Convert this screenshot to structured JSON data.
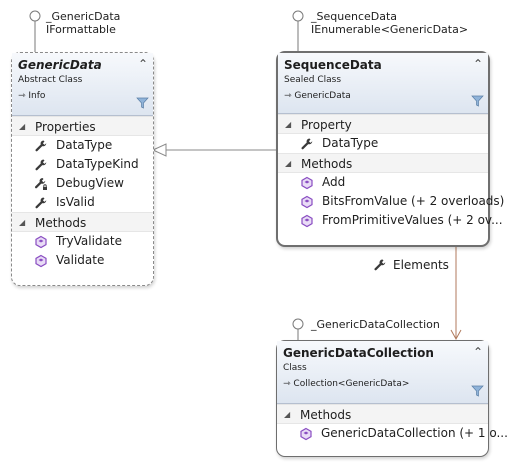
{
  "interfaces": {
    "generic_data_iface": [
      "_GenericData",
      "IFormattable"
    ],
    "sequence_data_iface": [
      "_SequenceData",
      "IEnumerable<GenericData>"
    ],
    "collection_iface": [
      "_GenericDataCollection"
    ]
  },
  "classes": {
    "generic_data": {
      "name": "GenericData",
      "kind": "Abstract Class",
      "base": "Info",
      "sections": [
        {
          "title": "Properties",
          "members": [
            {
              "name": "DataType",
              "icon": "property-icon"
            },
            {
              "name": "DataTypeKind",
              "icon": "property-icon"
            },
            {
              "name": "DebugView",
              "icon": "private-property-icon"
            },
            {
              "name": "IsValid",
              "icon": "property-icon"
            }
          ]
        },
        {
          "title": "Methods",
          "members": [
            {
              "name": "TryValidate",
              "icon": "method-icon"
            },
            {
              "name": "Validate",
              "icon": "method-icon"
            }
          ]
        }
      ]
    },
    "sequence_data": {
      "name": "SequenceData",
      "kind": "Sealed Class",
      "base": "GenericData",
      "sections": [
        {
          "title": "Property",
          "members": [
            {
              "name": "DataType",
              "icon": "property-icon"
            }
          ]
        },
        {
          "title": "Methods",
          "members": [
            {
              "name": "Add",
              "icon": "method-icon"
            },
            {
              "name": "BitsFromValue (+ 2 overloads)",
              "icon": "method-icon"
            },
            {
              "name": "FromPrimitiveValues (+ 2 ov...",
              "icon": "method-icon"
            }
          ]
        }
      ]
    },
    "collection": {
      "name": "GenericDataCollection",
      "kind": "Class",
      "base": "Collection<GenericData>",
      "sections": [
        {
          "title": "Methods",
          "members": [
            {
              "name": "GenericDataCollection (+ 1 o...",
              "icon": "method-icon"
            }
          ]
        }
      ]
    }
  },
  "association": {
    "label": "Elements",
    "icon": "property-icon"
  },
  "colors": {
    "header_top": "#f7f9fc",
    "header_bottom": "#dde5f0",
    "association_line": "#b07a5c",
    "inheritance_line": "#8a8a8a",
    "method_icon": "#8a4ec2",
    "property_icon": "#3a3a3a"
  }
}
